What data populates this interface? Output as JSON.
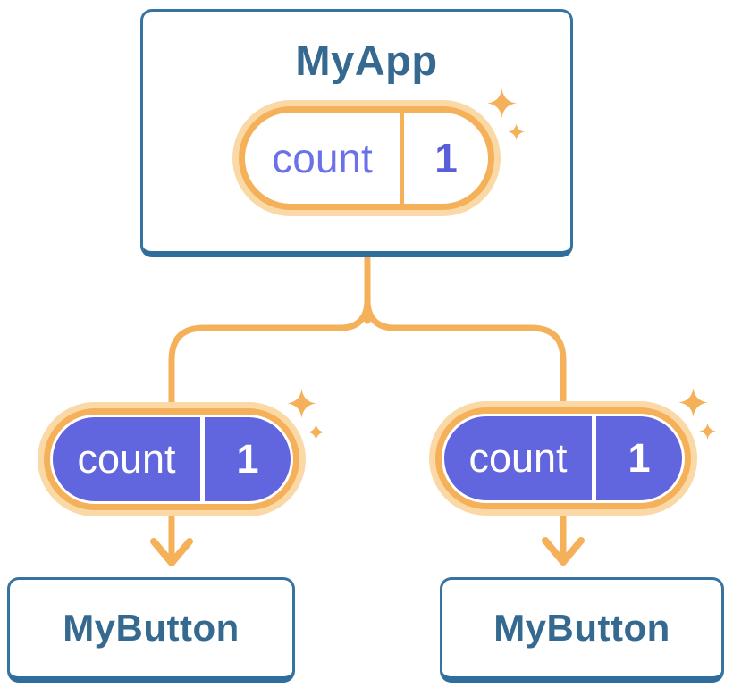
{
  "diagram": {
    "root": {
      "title": "MyApp",
      "state": {
        "label": "count",
        "value": "1"
      }
    },
    "children": [
      {
        "title": "MyButton",
        "prop": {
          "label": "count",
          "value": "1"
        }
      },
      {
        "title": "MyButton",
        "prop": {
          "label": "count",
          "value": "1"
        }
      }
    ]
  },
  "icons": {
    "sparkle": "sparkle-icon",
    "arrow": "arrow-down-icon",
    "connector": "tree-connector-line"
  },
  "colors": {
    "background": "#FFFFFF",
    "accent_orange": "#F5B159",
    "halo_orange": "#FBD9A6",
    "state_purple_fill": "#6165DE",
    "state_label_purple": "#6B72E9",
    "state_value_purple": "#5A5FD9",
    "heading_blue": "#35698F",
    "card_border_blue": "#3673A0",
    "card_border_bottom_blue": "#2E6D9C"
  }
}
